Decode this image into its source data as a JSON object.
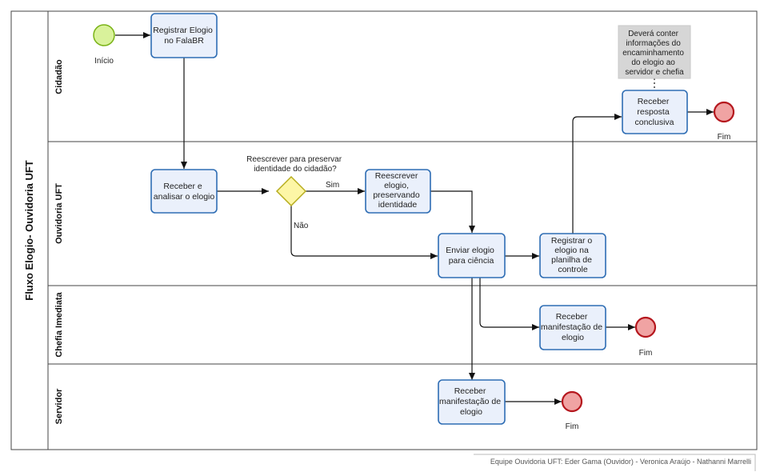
{
  "pool": {
    "title": "Fluxo Elogio- Ouvidoria UFT"
  },
  "lanes": [
    {
      "id": "cidadao",
      "label": "Cidadão"
    },
    {
      "id": "ouvidoria",
      "label": "Ouvidoria UFT"
    },
    {
      "id": "chefia",
      "label": "Chefia Imediata"
    },
    {
      "id": "servidor",
      "label": "Servidor"
    }
  ],
  "events": {
    "start": {
      "label": "Início"
    },
    "end_cidadao": {
      "label": "Fim"
    },
    "end_chefia": {
      "label": "Fim"
    },
    "end_servidor": {
      "label": "Fim"
    }
  },
  "tasks": {
    "registrar_falabr": {
      "lines": [
        "Registrar Elogio",
        "no FalaBR"
      ]
    },
    "receber_analisar": {
      "lines": [
        "Receber e",
        "analisar o elogio"
      ]
    },
    "reescrever": {
      "lines": [
        "Reescrever",
        "elogio,",
        "preservando",
        "identidade"
      ]
    },
    "enviar": {
      "lines": [
        "Enviar elogio",
        "para ciência"
      ]
    },
    "registrar_planilha": {
      "lines": [
        "Registrar o",
        "elogio na",
        "planilha de",
        "controle"
      ]
    },
    "receber_resposta": {
      "lines": [
        "Receber",
        "resposta",
        "conclusiva"
      ]
    },
    "receber_chefia": {
      "lines": [
        "Receber",
        "manifestação de",
        "elogio"
      ]
    },
    "receber_servidor": {
      "lines": [
        "Receber",
        "manifestação de",
        "elogio"
      ]
    }
  },
  "gateway": {
    "question": [
      "Reescrever para preservar",
      "identidade do cidadão?"
    ],
    "yes_label": "Sim",
    "no_label": "Não"
  },
  "annotation": {
    "lines": [
      "Deverá conter",
      "informações do",
      "encaminhamento",
      "do elogio ao",
      "servidor e chefia"
    ]
  },
  "footer": {
    "credits": "Equipe Ouvidoria UFT: Eder Gama (Ouvidor) - Veronica Araújo - Nathanni Marrelli"
  },
  "colors": {
    "task_fill": "#eaf0fb",
    "task_stroke": "#2e6db4",
    "start_fill": "#d9f29b",
    "start_stroke": "#7ab317",
    "end_fill": "#f0a3a3",
    "end_stroke": "#b5161d",
    "gateway_fill": "#fdf6a6",
    "gateway_stroke": "#b7ad1f",
    "note_fill": "#d6d6d6"
  }
}
